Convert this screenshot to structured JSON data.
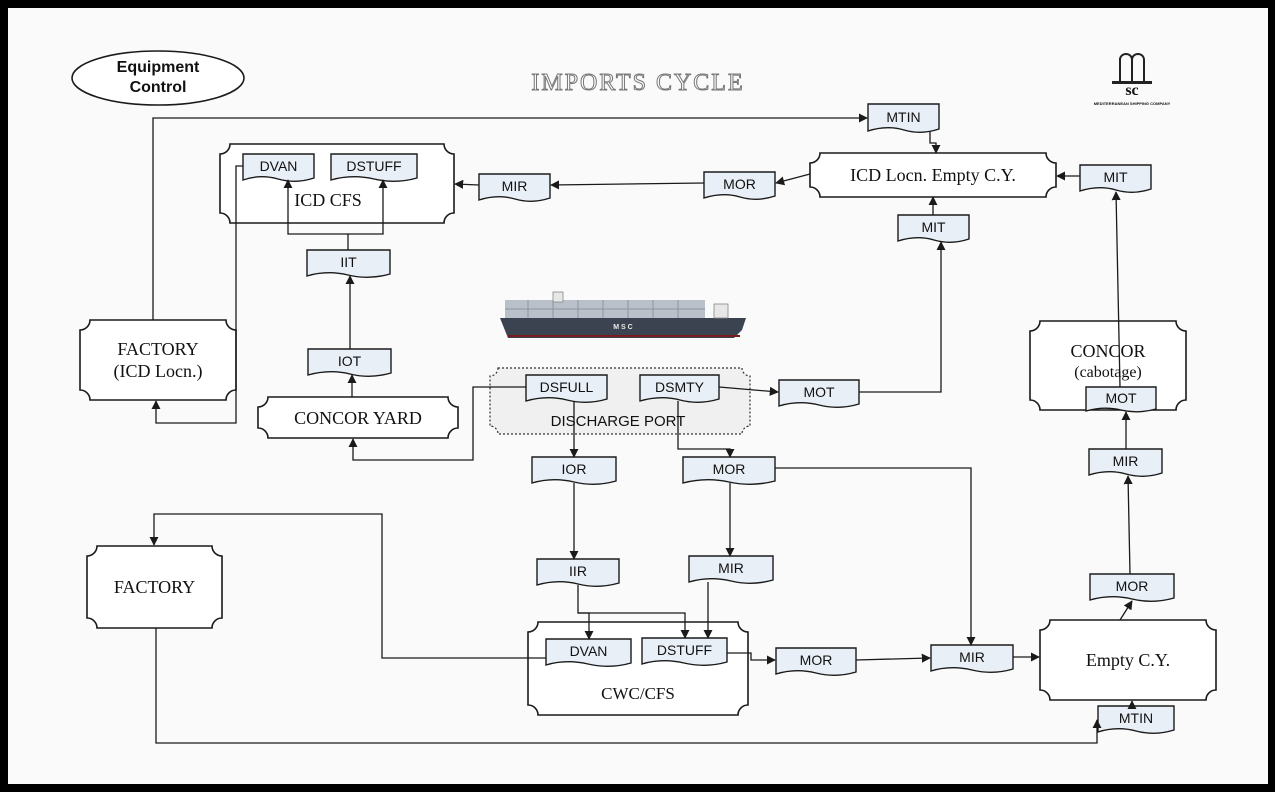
{
  "header": {
    "badge_line1": "Equipment",
    "badge_line2": "Control",
    "title": "IMPORTS CYCLE",
    "logo_top": "m",
    "logo_bottom": "sc",
    "logo_tagline": "MEDITERRANEAN SHIPPING COMPANY"
  },
  "ship": {
    "marking": "M S C"
  },
  "locations": {
    "icd_cfs": "ICD CFS",
    "icd_empty": "ICD Locn. Empty C.Y.",
    "factory_icd_line1": "FACTORY",
    "factory_icd_line2": "(ICD Locn.)",
    "concor_yard": "CONCOR YARD",
    "discharge_port": "DISCHARGE PORT",
    "concor_cab_line1": "CONCOR",
    "concor_cab_line2": "(cabotage)",
    "factory": "FACTORY",
    "cwc_cfs": "CWC/CFS",
    "empty_cy": "Empty C.Y."
  },
  "docs": {
    "dvan_top": "DVAN",
    "dstuff_top": "DSTUFF",
    "mtin_top": "MTIN",
    "mir_top": "MIR",
    "mor_top": "MOR",
    "mit_right": "MIT",
    "mit_mid": "MIT",
    "iit": "IIT",
    "iot": "IOT",
    "dsfull": "DSFULL",
    "dsmty": "DSMTY",
    "mot_mid": "MOT",
    "mot_cab": "MOT",
    "ior": "IOR",
    "mor_mid": "MOR",
    "mir_cab": "MIR",
    "iir": "IIR",
    "mir_mid": "MIR",
    "mor_right": "MOR",
    "dvan_bottom": "DVAN",
    "dstuff_bottom": "DSTUFF",
    "mor_bottom": "MOR",
    "mir_bottom": "MIR",
    "mtin_bottom": "MTIN"
  },
  "colors": {
    "line": "#1a1a1a",
    "doc_fill": "#e9eff7",
    "box_fill": "#ffffff",
    "page": "#fafafa"
  }
}
